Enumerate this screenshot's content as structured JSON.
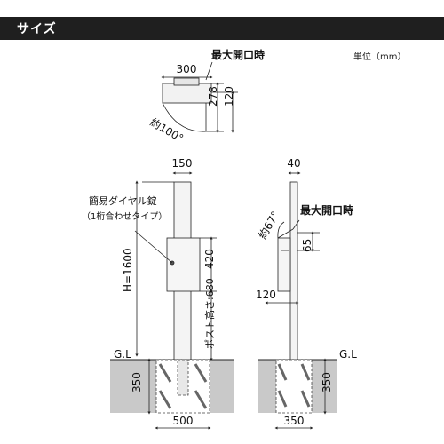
{
  "header": {
    "title": "サイズ"
  },
  "unit": "単位（mm）",
  "top_view": {
    "width": "300",
    "max_open_label": "最大開口時",
    "depth": "278",
    "height": "120",
    "angle": "約100°"
  },
  "front_view": {
    "post_width": "150",
    "lock_label": "簡易ダイヤル錠",
    "lock_sub_label": "（1桁合わせタイプ）",
    "total_height": "H=1600",
    "box_height": "420",
    "post_height": "ポスト高さ:680",
    "gl": "G.L",
    "base_depth": "350",
    "base_width": "500"
  },
  "side_view": {
    "post_depth": "40",
    "max_open_label": "最大開口時",
    "angle": "約67°",
    "box_offset": "65",
    "box_depth": "120",
    "gl": "G.L",
    "base_depth": "350",
    "base_width": "350"
  },
  "colors": {
    "header_bg": "#1f1f1f",
    "ground": "#c9c9c9",
    "line": "#222222"
  }
}
